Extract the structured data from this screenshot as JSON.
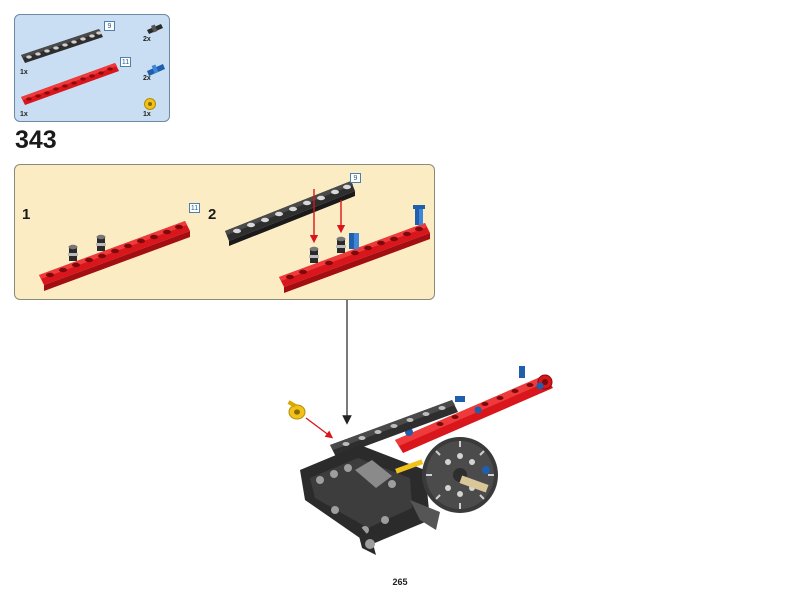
{
  "parts_list": {
    "items": [
      {
        "quantity": "1x",
        "part": "black-beam-9",
        "beam_length": "9"
      },
      {
        "quantity": "1x",
        "part": "red-beam-11",
        "beam_length": "11"
      },
      {
        "quantity": "2x",
        "part": "black-pin"
      },
      {
        "quantity": "2x",
        "part": "blue-axle-pin"
      },
      {
        "quantity": "1x",
        "part": "yellow-bush"
      }
    ]
  },
  "step": {
    "number": "343",
    "substeps": [
      {
        "number": "1",
        "beam_length": "11"
      },
      {
        "number": "2",
        "beam_length": "9"
      }
    ]
  },
  "colors": {
    "red_beam": "#d8161c",
    "black_beam": "#2e2e2e",
    "blue_pin": "#1f5fae",
    "yellow_bush": "#f2c21a",
    "panel_blue": "#c9def2",
    "panel_cream": "#fcecc4",
    "arrow_red": "#d8161c"
  },
  "page": {
    "number": "265"
  }
}
